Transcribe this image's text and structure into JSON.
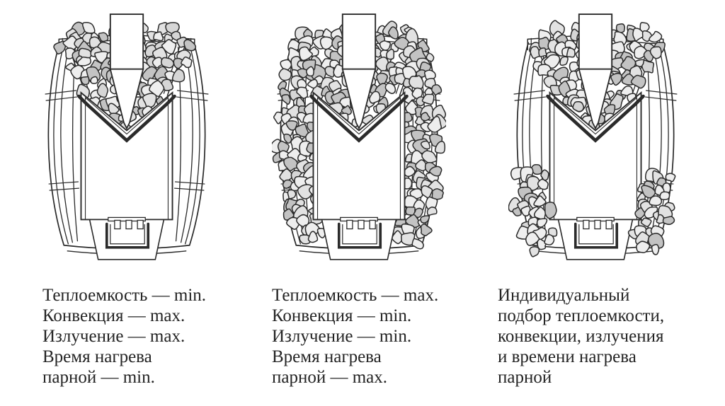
{
  "diagram": {
    "background": "#ffffff",
    "colors": {
      "line": "#2b2b2b",
      "stone_light": "#eeeeee",
      "stone_light2": "#e2e2e2",
      "stone_mid": "#d6d6d6",
      "stone_dark": "#c3c3c3",
      "text": "#242424"
    },
    "stoves": [
      {
        "id": "stove-1",
        "stones_layout": "top-only",
        "stone_zones": [
          "top"
        ],
        "caption_lines": [
          "Теплоемкость — min.",
          "Конвекция — max.",
          "Излучение — max.",
          "Время нагрева",
          "парной — min."
        ]
      },
      {
        "id": "stove-2",
        "stones_layout": "top-and-full-sides",
        "stone_zones": [
          "top",
          "side-left",
          "side-right"
        ],
        "caption_lines": [
          "Теплоемкость — max.",
          "Конвекция — min.",
          "Излучение — min.",
          "Время нагрева",
          "парной — max."
        ]
      },
      {
        "id": "stove-3",
        "stones_layout": "top-and-bottom-corners",
        "stone_zones": [
          "top",
          "bottom-left",
          "bottom-right"
        ],
        "caption_lines": [
          "Индивидуальный",
          "подбор теплоемкости,",
          "конвекции, излучения",
          "и времени нагрева",
          "парной"
        ]
      }
    ]
  }
}
